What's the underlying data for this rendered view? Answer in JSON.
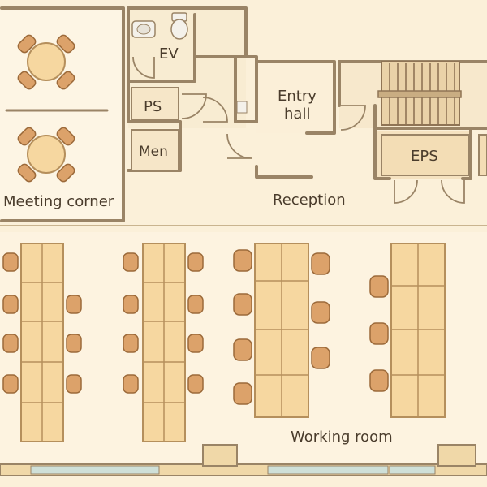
{
  "labels": {
    "ev": "EV",
    "ps": "PS",
    "men": "Men",
    "entry_hall_line1": "Entry",
    "entry_hall_line2": "hall",
    "eps": "EPS",
    "reception": "Reception",
    "meeting_corner": "Meeting corner",
    "working_room": "Working room"
  },
  "colors": {
    "floor": "#fbf0d9",
    "wall": "#9a8466",
    "desk": "#f6d7a0",
    "chair": "#dca26a"
  },
  "legend": {
    "meeting_tables": 2,
    "workstation_rows": 4
  }
}
